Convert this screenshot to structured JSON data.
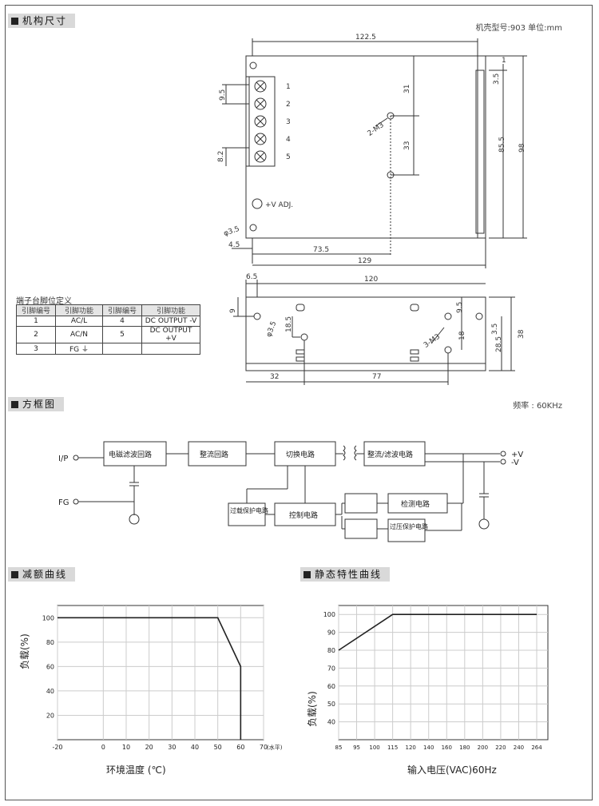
{
  "sections": {
    "dimensions": "机构尺寸",
    "block_diagram": "方框图",
    "derating": "减额曲线",
    "static": "静态特性曲线"
  },
  "case_info": "机壳型号:903   单位:mm",
  "frequency": "频率 : 60KHz",
  "dims": {
    "top_width": "122.5",
    "hole_31": "31",
    "hole_33": "33",
    "pitch_95": "9.5",
    "pitch_82": "8.2",
    "d855": "85.5",
    "d98": "98",
    "d35a": "3.5",
    "d1": "1",
    "m3": "2-M3",
    "vadj": "+V ADJ.",
    "phi35": "φ3.5",
    "d45": "4.5",
    "d735": "73.5",
    "d129": "129",
    "terminals": [
      "1",
      "2",
      "3",
      "4",
      "5"
    ],
    "b_65": "6.5",
    "b_120": "120",
    "b_9": "9",
    "b_185": "18.5",
    "b_phi": "φ3.5",
    "b_95": "9.5",
    "b_18": "18",
    "b_35": "3.5",
    "b_285": "28.5",
    "b_38": "38",
    "b_m3": "3-M3",
    "b_32": "32",
    "b_77": "77"
  },
  "pin_table": {
    "title": "端子台脚位定义",
    "headers": [
      "引脚编号",
      "引脚功能",
      "引脚编号",
      "引脚功能"
    ],
    "rows": [
      [
        "1",
        "AC/L",
        "4",
        "DC OUTPUT -V"
      ],
      [
        "2",
        "AC/N",
        "5",
        "DC OUTPUT +V"
      ],
      [
        "3",
        "FG ⏚",
        "",
        ""
      ]
    ]
  },
  "blocks": {
    "emi": "电磁滤波回路",
    "rect": "整流回路",
    "switch": "切换电路",
    "out_rect": "整流/滤波电路",
    "ocp": "过载保护电路",
    "ctrl": "控制电路",
    "detect": "检测电路",
    "ovp": "过压保护电路",
    "ip": "I/P",
    "fg": "FG",
    "vplus": "+V",
    "vminus": "-V"
  },
  "derating_chart": {
    "ylabel": "负载(%)",
    "xlabel": "环境温度 (℃)",
    "xunit": "(水平)",
    "xticks": [
      "-20",
      "0",
      "10",
      "20",
      "30",
      "40",
      "50",
      "60",
      "70"
    ],
    "yticks": [
      "20",
      "40",
      "60",
      "80",
      "100"
    ]
  },
  "static_chart": {
    "ylabel": "负载(%)",
    "xlabel": "输入电压(VAC)60Hz",
    "xticks": [
      "85",
      "95",
      "100",
      "115",
      "120",
      "140",
      "160",
      "180",
      "200",
      "220",
      "240",
      "264"
    ],
    "yticks": [
      "40",
      "50",
      "60",
      "70",
      "80",
      "90",
      "100"
    ]
  },
  "chart_data": [
    {
      "type": "line",
      "xlabel": "环境温度 (℃)",
      "ylabel": "负载(%)",
      "xlim": [
        -20,
        70
      ],
      "ylim": [
        0,
        110
      ],
      "series": [
        {
          "x": [
            -20,
            50,
            60,
            60
          ],
          "y": [
            100,
            100,
            60,
            0
          ]
        }
      ]
    },
    {
      "type": "line",
      "xlabel": "输入电压(VAC)60Hz",
      "ylabel": "负载(%)",
      "ylim": [
        30,
        105
      ],
      "series": [
        {
          "x": [
            85,
            115,
            264
          ],
          "y": [
            80,
            100,
            100
          ]
        }
      ]
    }
  ]
}
